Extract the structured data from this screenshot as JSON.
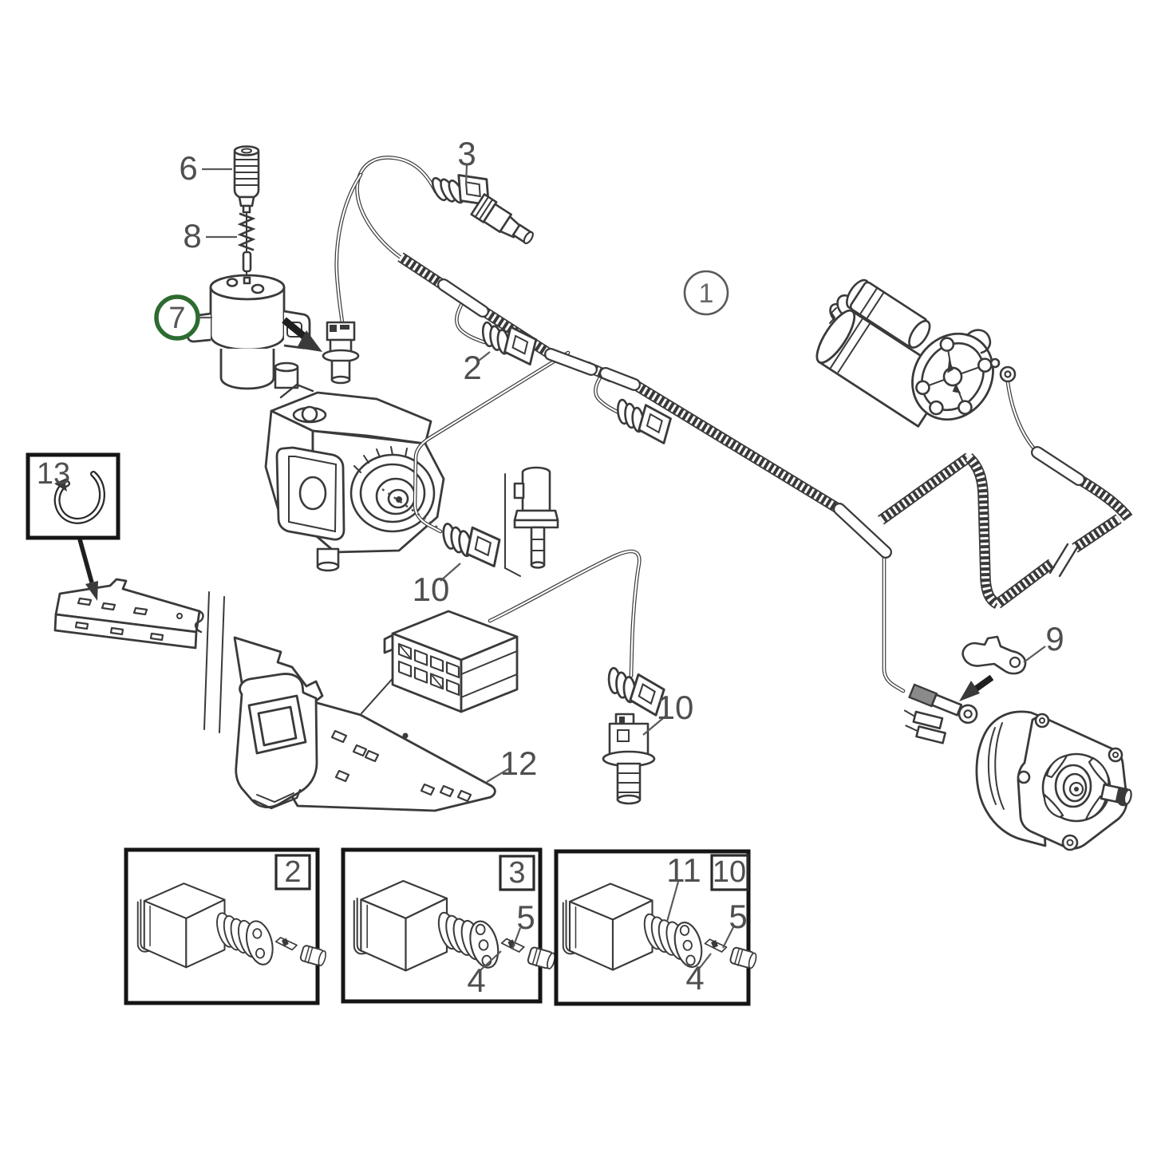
{
  "figure": {
    "type": "engine wiring harness exploded parts diagram",
    "colors": {
      "background": "#ffffff",
      "line": "#3a3a3a",
      "label": "#4f4f4f",
      "highlight_green": "#2d6b31",
      "box_border": "#1b1b1b"
    }
  },
  "callouts": {
    "c6": {
      "text": "6"
    },
    "c8": {
      "text": "8"
    },
    "c7": {
      "text": "7"
    },
    "c3": {
      "text": "3"
    },
    "c2": {
      "text": "2"
    },
    "c1": {
      "text": "1"
    },
    "c10_mid": {
      "text": "10"
    },
    "c10_low": {
      "text": "10"
    },
    "c9": {
      "text": "9"
    },
    "c12": {
      "text": "12"
    },
    "c13": {
      "text": "13"
    },
    "insetA_tag": {
      "text": "2"
    },
    "insetB_tag": {
      "text": "3"
    },
    "insetB_5": {
      "text": "5"
    },
    "insetB_4": {
      "text": "4"
    },
    "insetC_tag": {
      "text": "10"
    },
    "insetC_11": {
      "text": "11"
    },
    "insetC_5": {
      "text": "5"
    },
    "insetC_4": {
      "text": "4"
    }
  }
}
